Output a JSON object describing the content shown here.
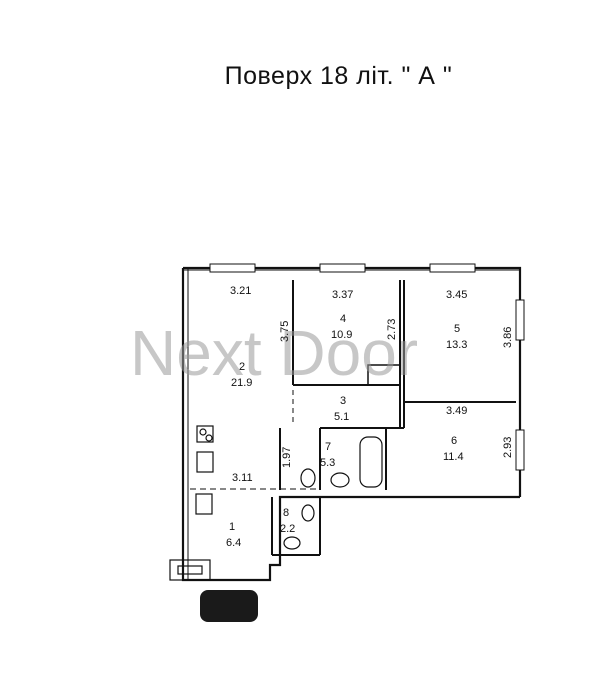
{
  "title": "Поверх  18  літ. \" А \"",
  "watermark": "Next Door",
  "rooms": [
    {
      "number": "1",
      "area": "6.4"
    },
    {
      "number": "2",
      "area": "21.9"
    },
    {
      "number": "3",
      "area": "5.1"
    },
    {
      "number": "4",
      "area": "10.9"
    },
    {
      "number": "5",
      "area": "13.3"
    },
    {
      "number": "6",
      "area": "11.4"
    },
    {
      "number": "7",
      "area": "5.3"
    },
    {
      "number": "8",
      "area": "2.2"
    }
  ],
  "dimensions": [
    "3.21",
    "3.37",
    "3.45",
    "3.75",
    "2.73",
    "3.86",
    "3.49",
    "2.93",
    "1.97",
    "3.11"
  ]
}
